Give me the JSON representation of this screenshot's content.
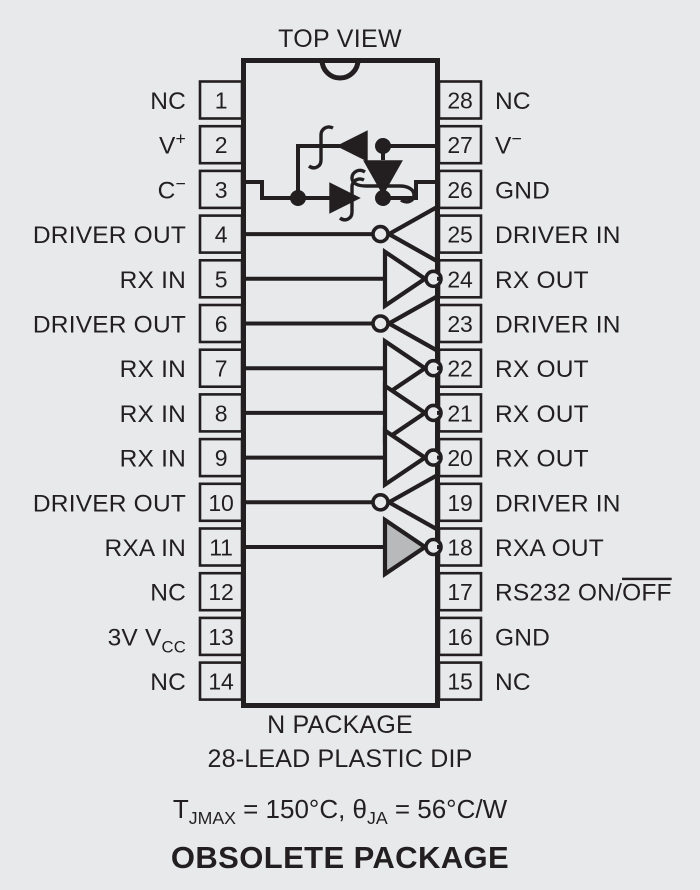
{
  "title": "TOP VIEW",
  "package": {
    "name": "N PACKAGE",
    "description": "28-LEAD PLASTIC DIP",
    "thermal": "T",
    "thermal_sub1": "JMAX",
    "thermal_mid": " = 150°C, θ",
    "thermal_sub2": "JA",
    "thermal_end": " = 56°C/W",
    "status": "OBSOLETE PACKAGE"
  },
  "colors": {
    "background": "#e7e9eb",
    "ink": "#231f20",
    "gray_fill": "#b8b9ba"
  },
  "left_pins": [
    {
      "num": "1",
      "label": "NC"
    },
    {
      "num": "2",
      "label": "V",
      "sup": "+"
    },
    {
      "num": "3",
      "label": "C",
      "sup": "−"
    },
    {
      "num": "4",
      "label": "DRIVER OUT"
    },
    {
      "num": "5",
      "label": "RX IN"
    },
    {
      "num": "6",
      "label": "DRIVER OUT"
    },
    {
      "num": "7",
      "label": "RX IN"
    },
    {
      "num": "8",
      "label": "RX IN"
    },
    {
      "num": "9",
      "label": "RX IN"
    },
    {
      "num": "10",
      "label": "DRIVER OUT"
    },
    {
      "num": "11",
      "label": "RXA IN"
    },
    {
      "num": "12",
      "label": "NC"
    },
    {
      "num": "13",
      "label": "3V V",
      "sub": "CC"
    },
    {
      "num": "14",
      "label": "NC"
    }
  ],
  "right_pins": [
    {
      "num": "28",
      "label": "NC"
    },
    {
      "num": "27",
      "label": "V",
      "sup": "−"
    },
    {
      "num": "26",
      "label": "GND"
    },
    {
      "num": "25",
      "label": "DRIVER IN"
    },
    {
      "num": "24",
      "label": "RX OUT"
    },
    {
      "num": "23",
      "label": "DRIVER IN"
    },
    {
      "num": "22",
      "label": "RX OUT"
    },
    {
      "num": "21",
      "label": "RX OUT"
    },
    {
      "num": "20",
      "label": "RX OUT"
    },
    {
      "num": "19",
      "label": "DRIVER IN"
    },
    {
      "num": "18",
      "label": "RXA OUT"
    },
    {
      "num": "17",
      "label": "RS232 ON/",
      "overline": "OFF"
    },
    {
      "num": "16",
      "label": "GND"
    },
    {
      "num": "15",
      "label": "NC"
    }
  ]
}
